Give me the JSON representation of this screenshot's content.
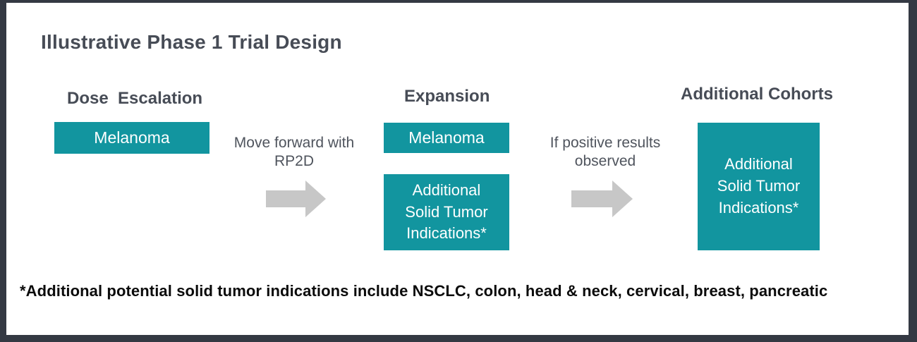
{
  "title": "Illustrative Phase 1 Trial Design",
  "columns": [
    {
      "header": "Dose  Escalation",
      "boxes": [
        "Melanoma"
      ]
    },
    {
      "header": "Expansion",
      "boxes": [
        "Melanoma",
        "Additional\nSolid Tumor\nIndications*"
      ]
    },
    {
      "header": "Additional Cohorts",
      "boxes": [
        "Additional\nSolid Tumor\nIndications*"
      ]
    }
  ],
  "arrows": [
    {
      "icon": "right-block-arrow",
      "lines": [
        "Move forward with",
        "RP2D"
      ]
    },
    {
      "icon": "right-block-arrow",
      "lines": [
        "If positive results",
        "observed"
      ]
    }
  ],
  "footnote": "*Additional potential solid tumor indications include NSCLC, colon, head & neck, cervical, breast, pancreatic",
  "colors": {
    "teal": "#12959F",
    "heading": "#474C56",
    "label": "#4F545D",
    "arrow": "#C7C7C7",
    "border": "#343943",
    "footnote": "#0B0B0B"
  }
}
